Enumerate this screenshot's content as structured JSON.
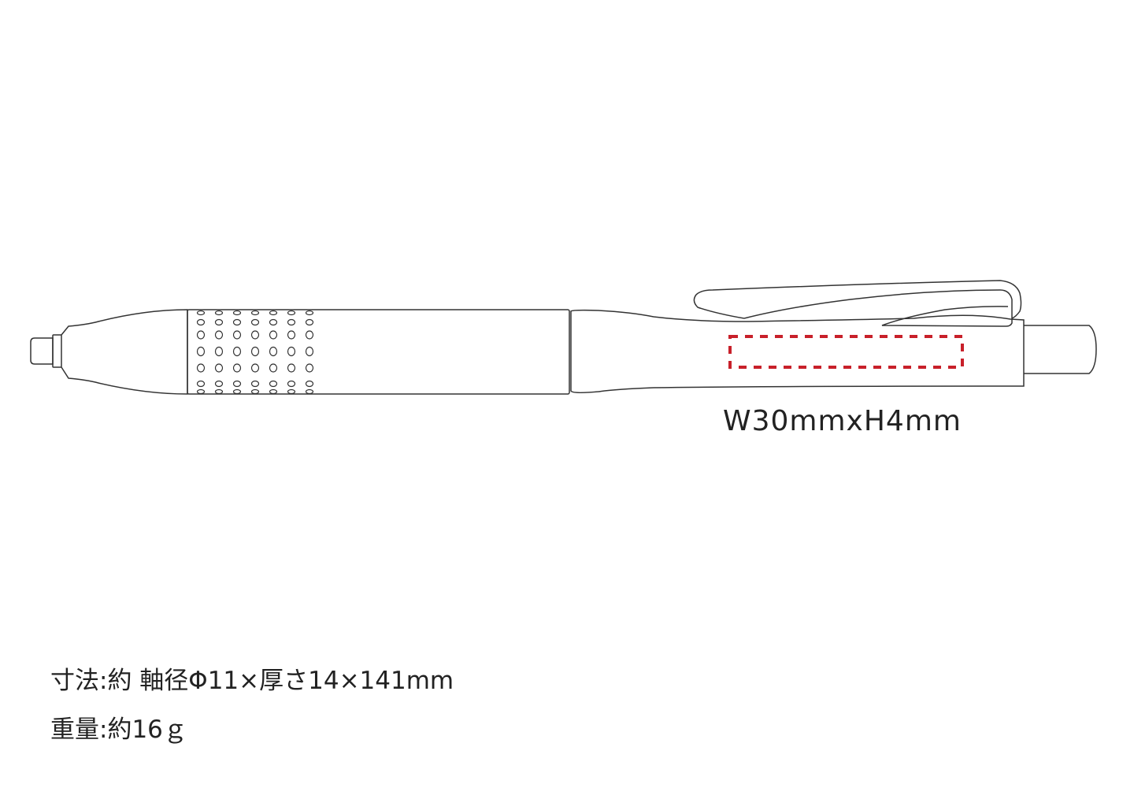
{
  "print_area": {
    "label": "W30mmxH4mm",
    "color": "#c8202a"
  },
  "specs": {
    "dimensions": "寸法:約 軸径Φ11×厚さ14×141mm",
    "weight": "重量:約16ｇ"
  },
  "colors": {
    "outline": "#333333"
  }
}
